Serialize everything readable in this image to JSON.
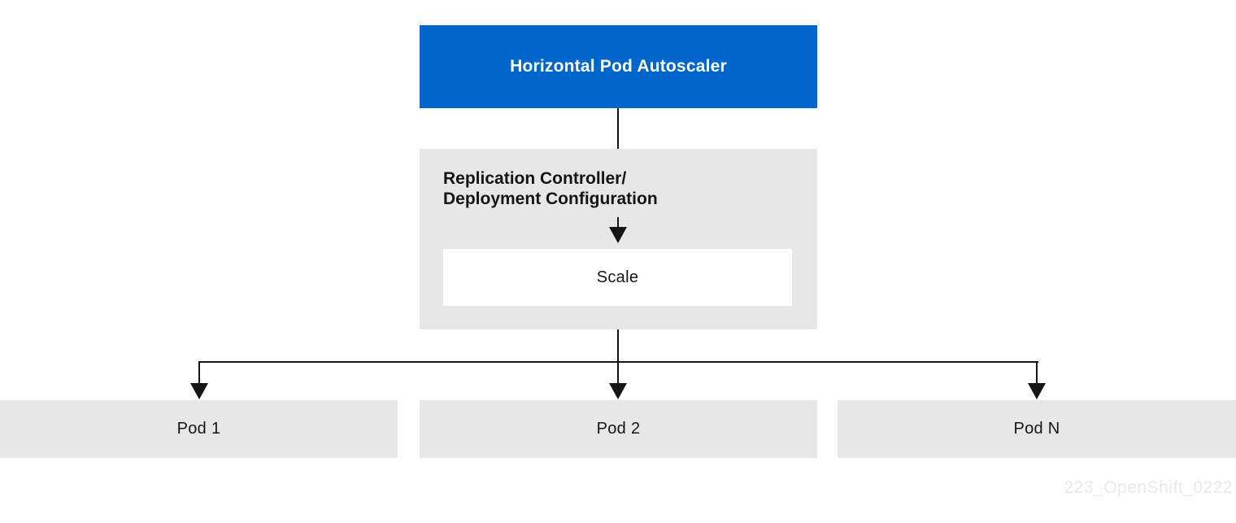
{
  "diagram": {
    "title_box": {
      "label": "Horizontal Pod Autoscaler"
    },
    "controller_box": {
      "label_line1": "Replication Controller/",
      "label_line2": "Deployment Configuration"
    },
    "scale_box": {
      "label": "Scale"
    },
    "pods": [
      {
        "label": "Pod 1"
      },
      {
        "label": "Pod 2"
      },
      {
        "label": "Pod N"
      }
    ],
    "watermark": "223_OpenShift_0222",
    "colors": {
      "accent_blue": "#0066cc",
      "box_gray": "#e7e7e8",
      "line_dark": "#151515",
      "watermark_gray": "#e9e9eb",
      "title_text": "#ffffff"
    }
  }
}
